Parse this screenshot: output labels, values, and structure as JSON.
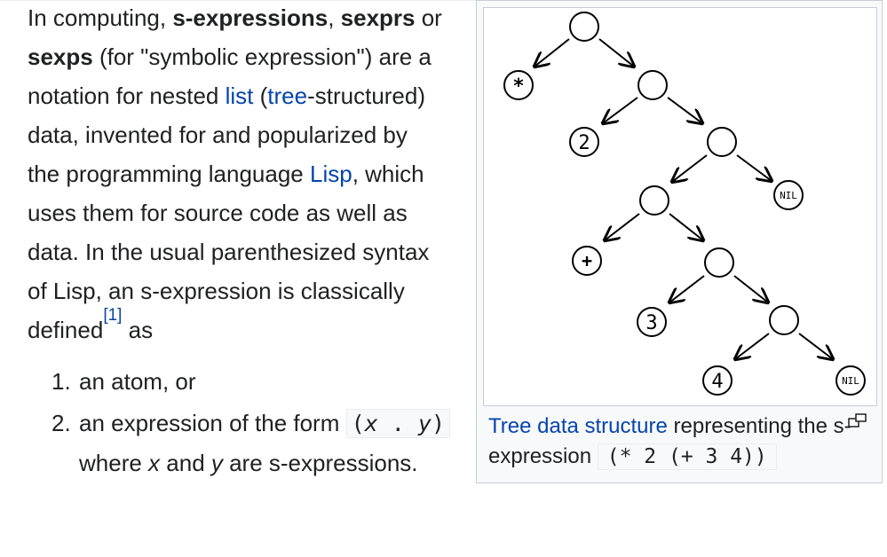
{
  "article": {
    "intro_1": "In computing, ",
    "term_sexpressions": "s-expressions",
    "comma": ",",
    "term_sexprs": "sexprs",
    "or_text": " or ",
    "term_sexps": "sexps",
    "intro_2": " (for \"symbolic expression\") are a notation for nested ",
    "link_list": "list",
    "paren_open": " (",
    "link_tree": "tree",
    "intro_3": "-structured) data, invented for and popularized by the programming language ",
    "link_lisp": "Lisp",
    "intro_4": ", which uses them for source code as well as data. In the usual parenthesized syntax of Lisp, an s-expression is classically defined",
    "cite_ref": "[1]",
    "intro_5": " as"
  },
  "definition_list": {
    "items": [
      {
        "number": "1.",
        "text": "an atom, or"
      },
      {
        "number": "2.",
        "text_before": "an expression of the form ",
        "code_open": "(",
        "code_var_x": "x",
        "code_dot": " . ",
        "code_var_y": "y",
        "code_close": ")",
        "text_where": " where ",
        "var_x": "x",
        "text_and": " and ",
        "var_y": "y",
        "text_after": " are s-expressions."
      }
    ]
  },
  "figure": {
    "caption_link": "Tree data structure",
    "caption_text": " representing the s-expression ",
    "caption_code": "(* 2 (+ 3 4))",
    "nodes": {
      "star": "*",
      "two": "2",
      "plus": "+",
      "three": "3",
      "four": "4",
      "nil1": "NIL",
      "nil2": "NIL"
    }
  },
  "colors": {
    "link": "#0645ad",
    "text": "#202122",
    "thumb_bg": "#f8f9fa",
    "thumb_border": "#c8ccd1"
  },
  "icons": {
    "magnify": "magnify-icon"
  }
}
